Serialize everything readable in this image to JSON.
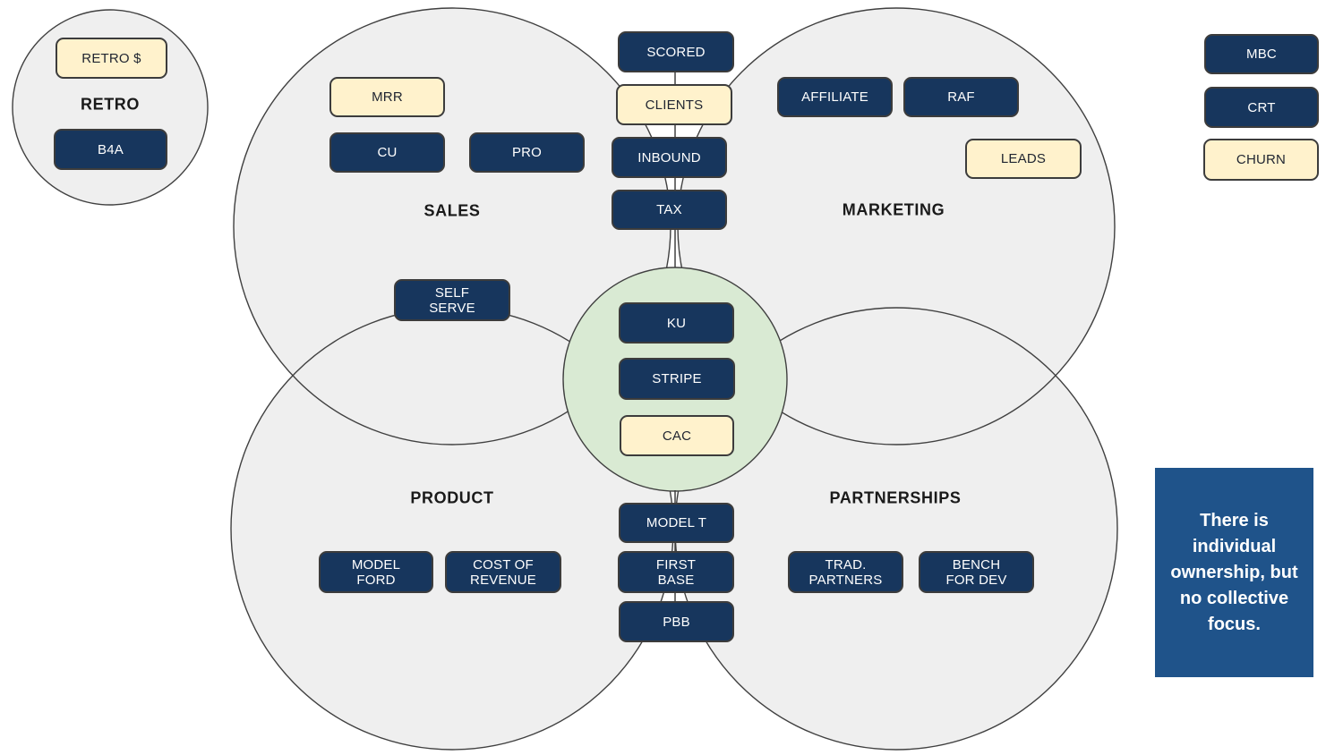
{
  "colors": {
    "navy": "#17365d",
    "cream": "#fff2cc",
    "cream-text": "#1f2430",
    "circle-fill": "#efefef",
    "circle-stroke": "#404040",
    "green-fill": "#d9ead3",
    "note-blue": "#1f538a",
    "box-border": "#3c3c3c"
  },
  "circles": {
    "retro": "RETRO",
    "sales": "SALES",
    "marketing": "MARKETING",
    "product": "PRODUCT",
    "partnerships": "PARTNERSHIPS"
  },
  "boxes": {
    "retro_s": "RETRO $",
    "b4a": "B4A",
    "mrr": "MRR",
    "cu": "CU",
    "pro": "PRO",
    "scored": "SCORED",
    "clients": "CLIENTS",
    "inbound": "INBOUND",
    "tax": "TAX",
    "affiliate": "AFFILIATE",
    "raf": "RAF",
    "leads": "LEADS",
    "self_serve": "SELF\nSERVE",
    "ku": "KU",
    "stripe": "STRIPE",
    "cac": "CAC",
    "model_t": "MODEL T",
    "first_base": "FIRST\nBASE",
    "pbb": "PBB",
    "model_ford": "MODEL\nFORD",
    "cost_of_revenue": "COST OF\nREVENUE",
    "trad_partners": "TRAD.\nPARTNERS",
    "bench_for_dev": "BENCH\nFOR DEV",
    "mbc": "MBC",
    "crt": "CRT",
    "churn": "CHURN"
  },
  "note": {
    "text": "There is individual ownership, but no collective focus."
  }
}
